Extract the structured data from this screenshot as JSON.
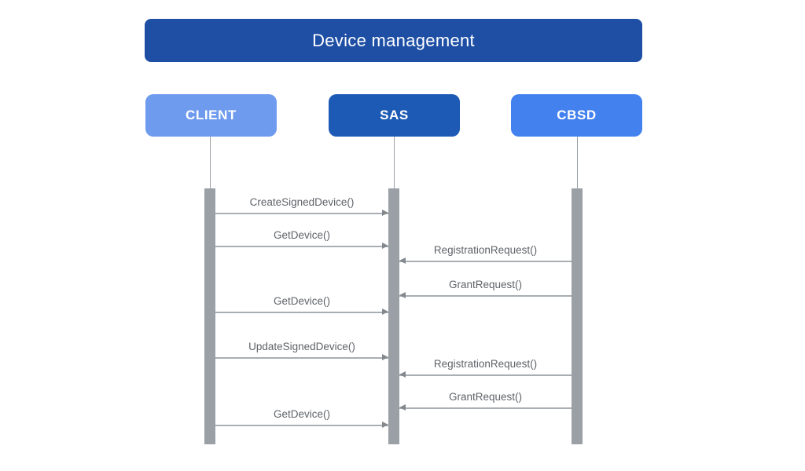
{
  "diagram": {
    "title": "Device management",
    "actors": [
      {
        "id": "client",
        "label": "CLIENT"
      },
      {
        "id": "sas",
        "label": "SAS"
      },
      {
        "id": "cbsd",
        "label": "CBSD"
      }
    ],
    "messages": [
      {
        "label": "CreateSignedDevice()",
        "from": "CLIENT",
        "to": "SAS"
      },
      {
        "label": "GetDevice()",
        "from": "CLIENT",
        "to": "SAS"
      },
      {
        "label": "RegistrationRequest()",
        "from": "CBSD",
        "to": "SAS"
      },
      {
        "label": "GrantRequest()",
        "from": "CBSD",
        "to": "SAS"
      },
      {
        "label": "GetDevice()",
        "from": "CLIENT",
        "to": "SAS"
      },
      {
        "label": "UpdateSignedDevice()",
        "from": "CLIENT",
        "to": "SAS"
      },
      {
        "label": "RegistrationRequest()",
        "from": "CBSD",
        "to": "SAS"
      },
      {
        "label": "GrantRequest()",
        "from": "CBSD",
        "to": "SAS"
      },
      {
        "label": "GetDevice()",
        "from": "CLIENT",
        "to": "SAS"
      }
    ],
    "colors": {
      "title_bg": "#1e4fa5",
      "client_bg": "#6f9bee",
      "sas_bg": "#1d5ab5",
      "cbsd_bg": "#4381ef",
      "lifeline": "#9aa0a6",
      "arrow": "#a8aeb3",
      "arrowhead": "#82888d",
      "text": "#5f6368"
    }
  }
}
